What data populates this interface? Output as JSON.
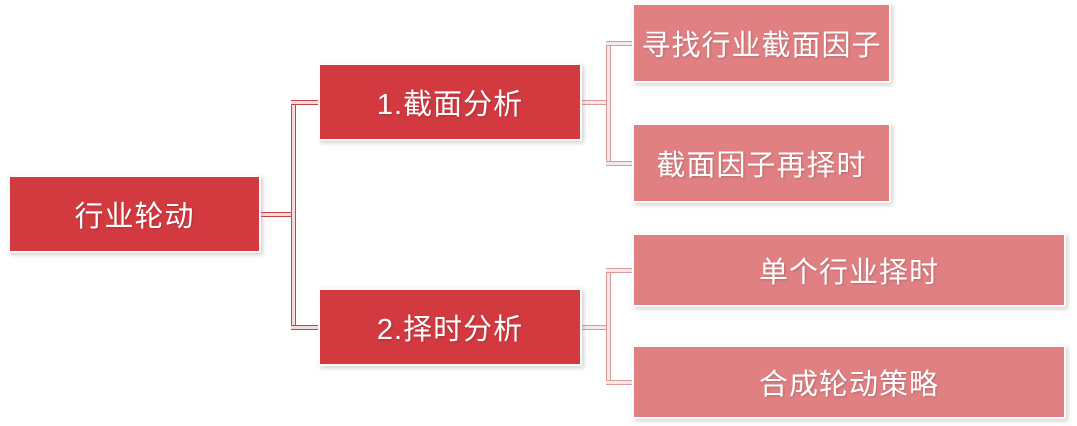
{
  "diagram": {
    "title": "industry-rotation-framework",
    "root": {
      "label": "行业轮动"
    },
    "branches": [
      {
        "label": "1.截面分析",
        "children": [
          {
            "label": "寻找行业截面因子"
          },
          {
            "label": "截面因子再择时"
          }
        ]
      },
      {
        "label": "2.择时分析",
        "children": [
          {
            "label": "单个行业择时"
          },
          {
            "label": "合成轮动策略"
          }
        ]
      }
    ],
    "colors": {
      "primary_node": "#d23a40",
      "secondary_node": "#e08083",
      "connector_primary": "#c4464b",
      "connector_secondary": "#dd989a",
      "text": "#ffffff",
      "background": "#ffffff"
    }
  }
}
